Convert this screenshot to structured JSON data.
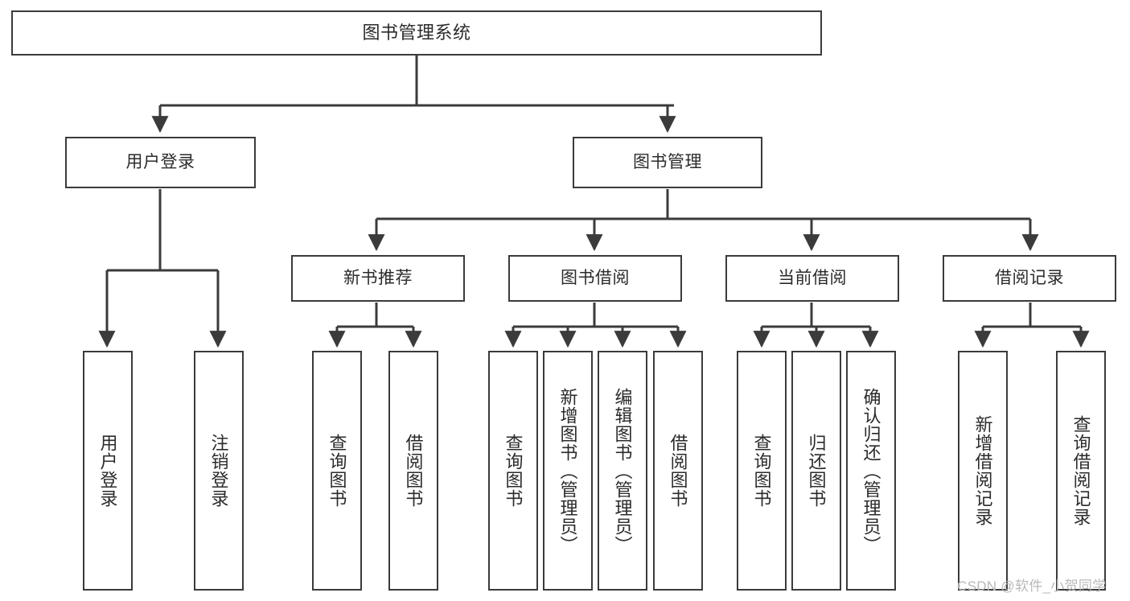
{
  "diagram": {
    "type": "hierarchy-tree",
    "title": "图书管理系统",
    "root": {
      "label": "图书管理系统"
    },
    "level2": [
      {
        "label": "用户登录"
      },
      {
        "label": "图书管理"
      }
    ],
    "level3": [
      {
        "label": "新书推荐"
      },
      {
        "label": "图书借阅"
      },
      {
        "label": "当前借阅"
      },
      {
        "label": "借阅记录"
      }
    ],
    "leaves": {
      "user_login": [
        {
          "label": "用户登录"
        },
        {
          "label": "注销登录"
        }
      ],
      "new_book_recommend": [
        {
          "label": "查询图书"
        },
        {
          "label": "借阅图书"
        }
      ],
      "book_borrow": [
        {
          "label": "查询图书"
        },
        {
          "label": "新增图书（管理员）"
        },
        {
          "label": "编辑图书（管理员）"
        },
        {
          "label": "借阅图书"
        }
      ],
      "current_borrow": [
        {
          "label": "查询图书"
        },
        {
          "label": "归还图书"
        },
        {
          "label": "确认归还（管理员）"
        }
      ],
      "borrow_record": [
        {
          "label": "新增借阅记录"
        },
        {
          "label": "查询借阅记录"
        }
      ]
    }
  },
  "watermark": {
    "text": "CSDN @软件_小贺同学"
  },
  "colors": {
    "border": "#3b3b3b",
    "background": "#ffffff",
    "text": "#2b2b2b",
    "watermark": "#b8b8b8"
  }
}
